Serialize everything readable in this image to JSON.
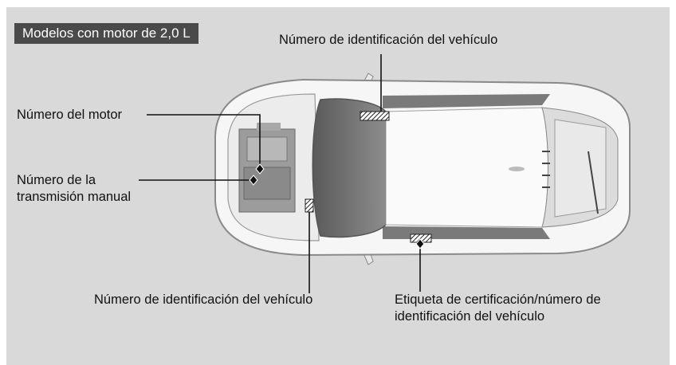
{
  "header": {
    "title": "Modelos con motor de 2,0 L"
  },
  "labels": {
    "vin_top": "Número de identificación del vehículo",
    "engine_number": "Número del motor",
    "transmission_line1": "Número de la",
    "transmission_line2": "transmisión manual",
    "vin_bottom": "Número de identificación del vehículo",
    "cert_line1": "Etiqueta de certificación/número de",
    "cert_line2": "identificación del vehículo"
  },
  "colors": {
    "panel": "#d9d9d9",
    "title_bg": "#4a4a4a",
    "title_text": "#ffffff",
    "car_body": "#f5f5f5",
    "car_outline": "#8a8a8a",
    "glass": "#6e6e6e"
  },
  "icons": [
    "vin-plate-top-icon",
    "engine-marker-icon",
    "transmission-marker-icon",
    "vin-plate-windshield-icon",
    "cert-label-plate-icon"
  ]
}
